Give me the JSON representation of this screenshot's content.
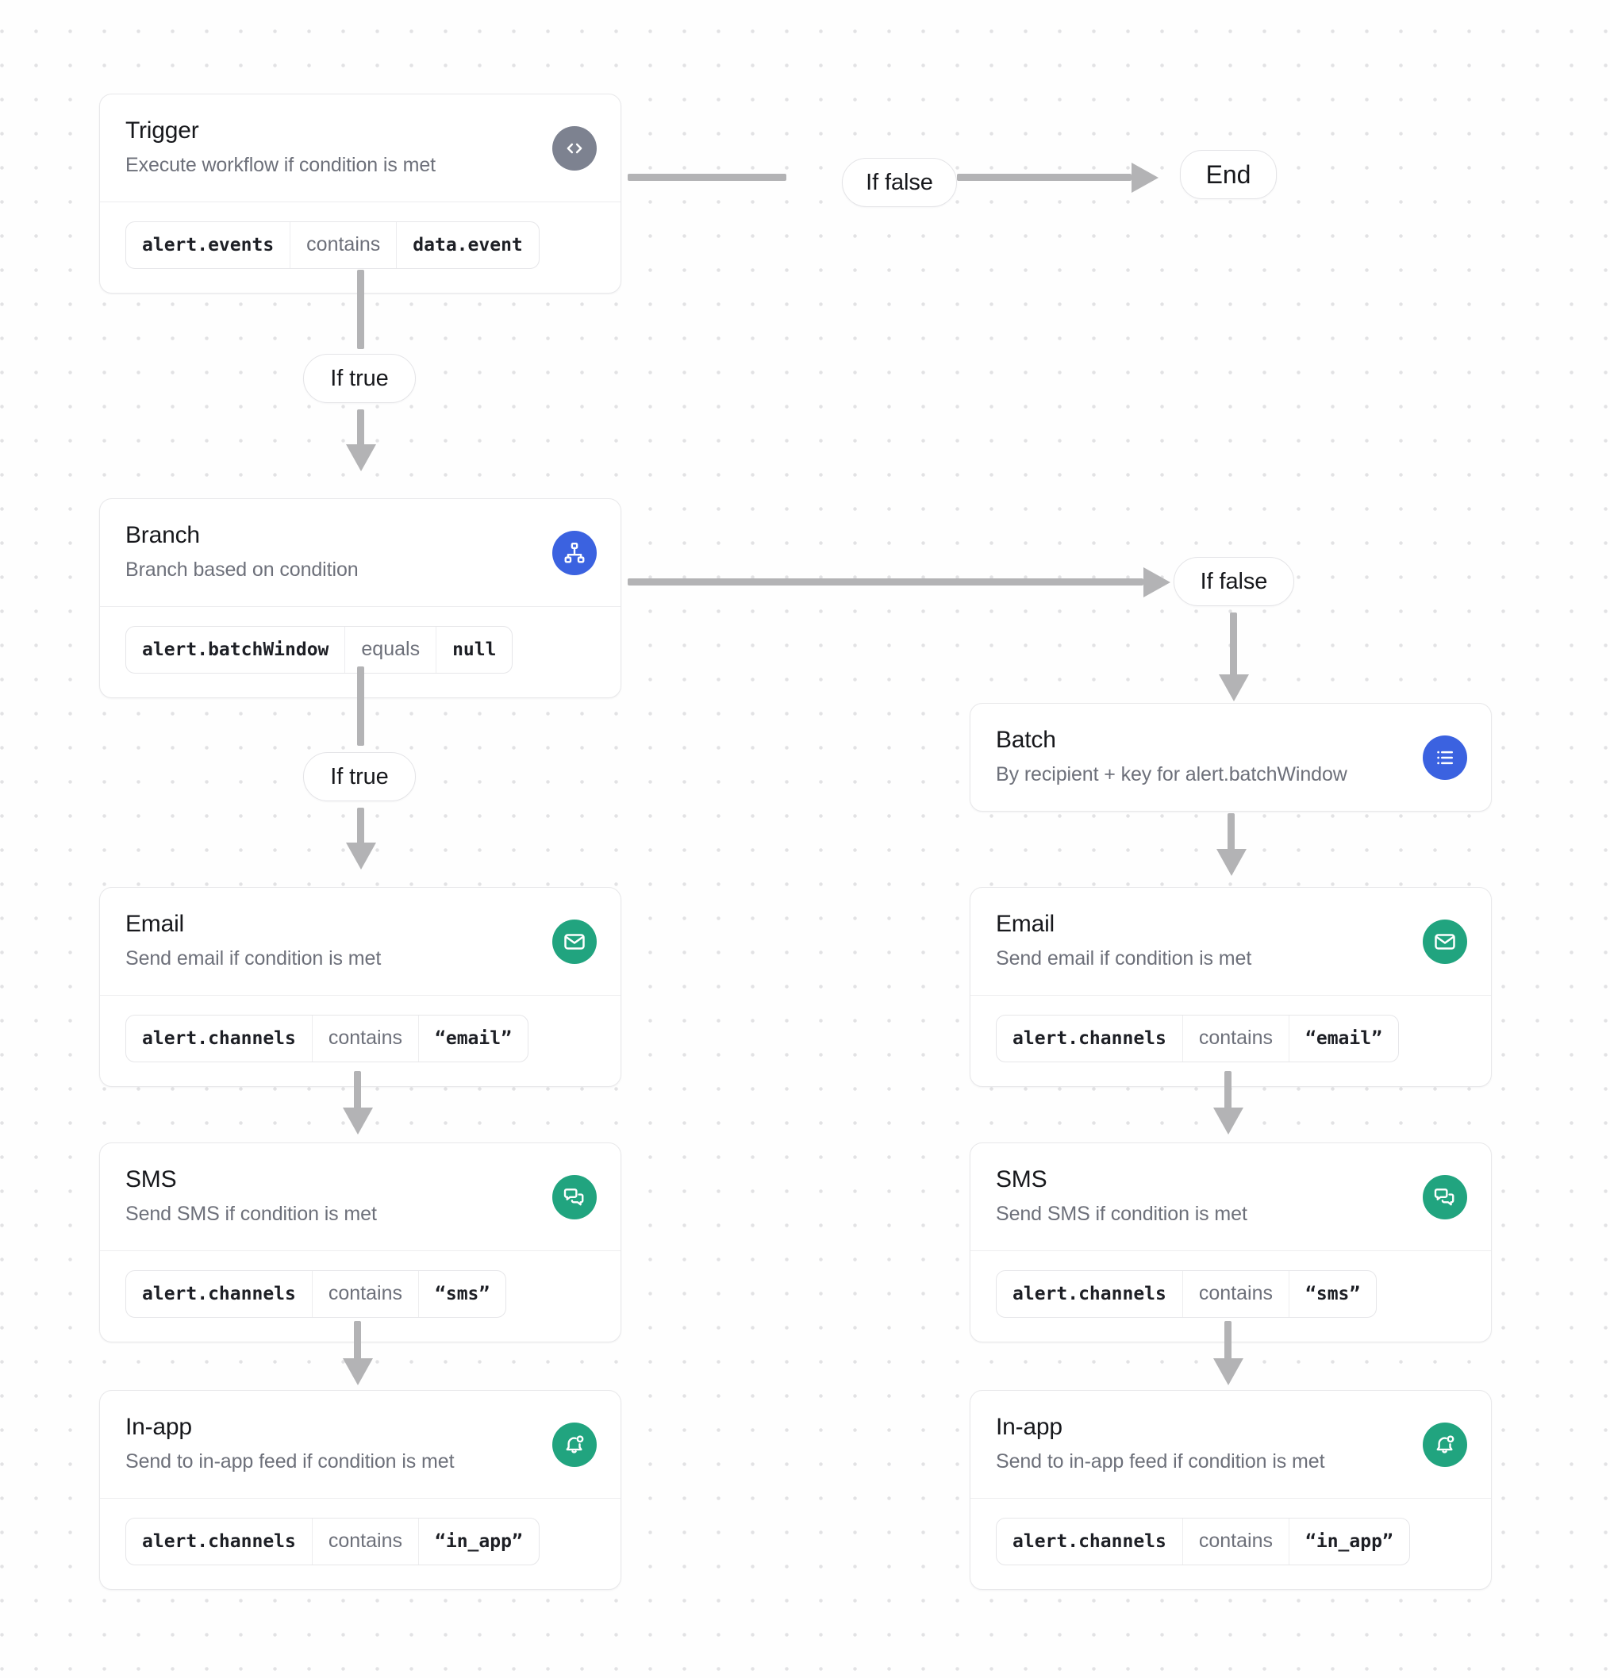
{
  "canvas": {
    "background_color": "#fefefe",
    "dot_color": "#e2e2e4"
  },
  "colors": {
    "trigger_icon": "#7d8290",
    "branch_icon": "#3b62e0",
    "batch_icon": "#3b62e0",
    "channel_icon": "#21a47f",
    "connector": "#b3b3b5",
    "title_text": "#17181c",
    "subtitle_text": "#6d707a"
  },
  "nodes": {
    "trigger": {
      "title": "Trigger",
      "subtitle": "Execute workflow if condition is met",
      "icon": "code-icon",
      "condition": {
        "field": "alert.events",
        "operator": "contains",
        "value": "data.event"
      }
    },
    "branch": {
      "title": "Branch",
      "subtitle": "Branch based on condition",
      "icon": "hierarchy-icon",
      "condition": {
        "field": "alert.batchWindow",
        "operator": "equals",
        "value": "null"
      }
    },
    "batch": {
      "title": "Batch",
      "subtitle": "By recipient + key for alert.batchWindow",
      "icon": "list-icon"
    },
    "email_left": {
      "title": "Email",
      "subtitle": "Send email if condition is met",
      "icon": "envelope-icon",
      "condition": {
        "field": "alert.channels",
        "operator": "contains",
        "value": "“email”"
      }
    },
    "sms_left": {
      "title": "SMS",
      "subtitle": "Send SMS if condition is met",
      "icon": "chat-bubbles-icon",
      "condition": {
        "field": "alert.channels",
        "operator": "contains",
        "value": "“sms”"
      }
    },
    "inapp_left": {
      "title": "In-app",
      "subtitle": "Send to in-app feed if condition is met",
      "icon": "bell-icon",
      "condition": {
        "field": "alert.channels",
        "operator": "contains",
        "value": "“in_app”"
      }
    },
    "email_right": {
      "title": "Email",
      "subtitle": "Send email if condition is met",
      "icon": "envelope-icon",
      "condition": {
        "field": "alert.channels",
        "operator": "contains",
        "value": "“email”"
      }
    },
    "sms_right": {
      "title": "SMS",
      "subtitle": "Send SMS if condition is met",
      "icon": "chat-bubbles-icon",
      "condition": {
        "field": "alert.channels",
        "operator": "contains",
        "value": "“sms”"
      }
    },
    "inapp_right": {
      "title": "In-app",
      "subtitle": "Send to in-app feed if condition is met",
      "icon": "bell-icon",
      "condition": {
        "field": "alert.channels",
        "operator": "contains",
        "value": "“in_app”"
      }
    }
  },
  "edges": {
    "trigger_false_label": "If false",
    "trigger_true_label": "If true",
    "branch_false_label": "If false",
    "branch_true_label": "If true",
    "end_label": "End"
  }
}
